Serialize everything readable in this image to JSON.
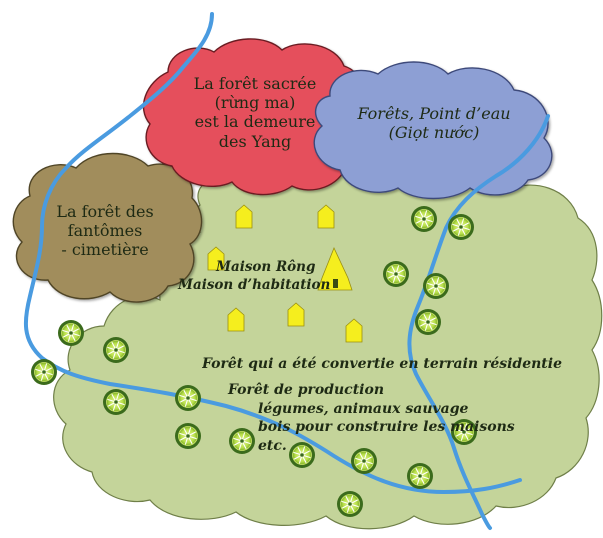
{
  "zones": {
    "sacred_forest": {
      "lines": [
        "La forêt sacrée",
        "(rừng ma)",
        "est la demeure",
        "des Yang"
      ],
      "fill": "#e5505c"
    },
    "water_forest": {
      "lines": [
        "Forêts, Point d’eau",
        "(Giọt nước)"
      ],
      "fill": "#8d9fd4"
    },
    "ghost_forest": {
      "lines": [
        "La forêt des",
        "fantômes",
        "- cimetière"
      ],
      "fill": "#a18d5b"
    },
    "village_area": {
      "fill": "#c4d49a",
      "house_labels": [
        "Maison Rông",
        "Maison d’habitation"
      ],
      "residential_note": "Forêt qui a été convertie en terrain résidentie",
      "production_lines": [
        "Forêt de production",
        "légumes, animaux sauvage",
        "bois pour construire les maisons",
        "etc."
      ]
    }
  },
  "river_color": "#4a9be0",
  "house_color": "#f5ee1e",
  "tree_colors": {
    "outer": "#3b6b1c",
    "inner": "#cfe86a",
    "spoke": "#ffffff"
  }
}
